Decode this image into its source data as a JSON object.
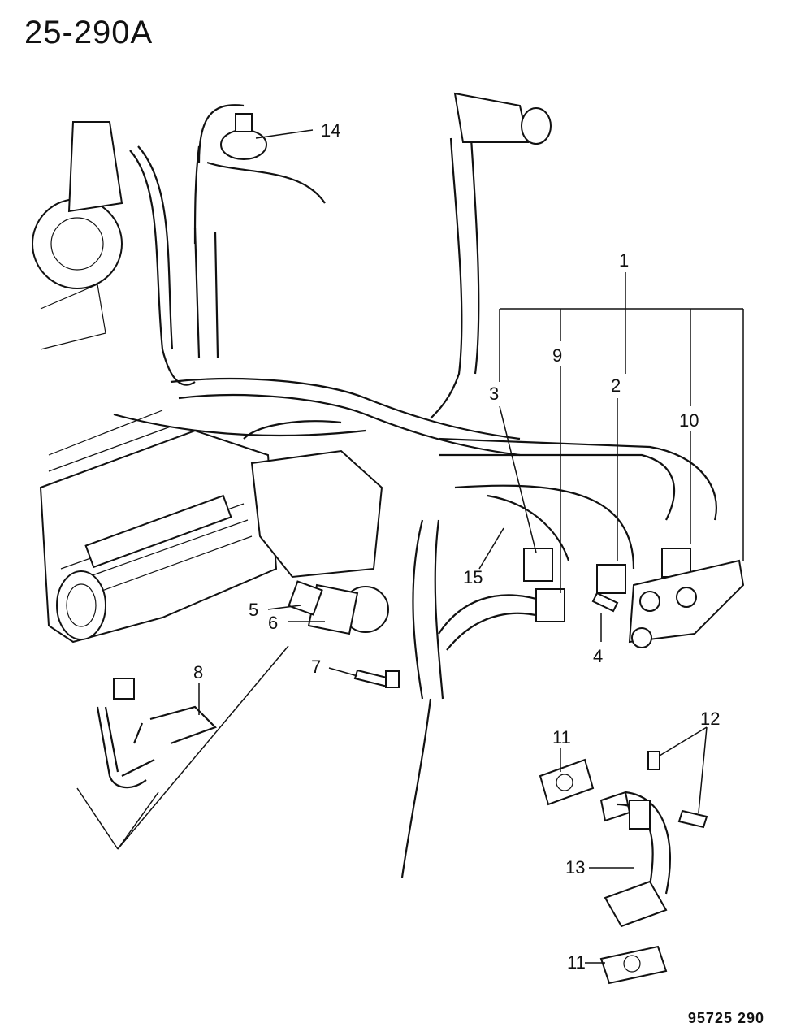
{
  "diagram_code": "25-290A",
  "reference_code": "95725 290",
  "callouts": [
    "1",
    "2",
    "3",
    "4",
    "5",
    "6",
    "7",
    "8",
    "9",
    "10",
    "11",
    "11",
    "12",
    "13",
    "14",
    "15"
  ]
}
